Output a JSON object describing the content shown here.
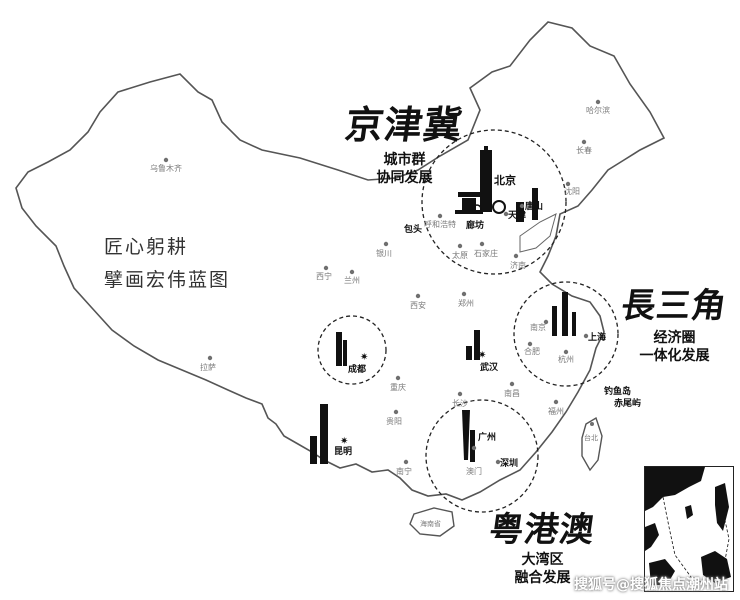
{
  "slogan": {
    "line1": "匠心躬耕",
    "line2": "擘画宏伟蓝图"
  },
  "regions": {
    "jingjinji": {
      "title": "京津冀",
      "sub1": "城市群",
      "sub2": "协同发展"
    },
    "changsanjiao": {
      "title": "長三角",
      "sub1": "经济圈",
      "sub2": "一体化发展"
    },
    "yuegangao": {
      "title": "粤港澳",
      "sub1": "大湾区",
      "sub2": "融合发展"
    }
  },
  "cities": {
    "wulumuqi": "乌鲁木齐",
    "lasa": "拉萨",
    "xining": "西宁",
    "lanzhou": "兰州",
    "yinchuan": "银川",
    "huhehaote": "呼和浩特",
    "baotou": "包头",
    "taiyuan": "太原",
    "shijiazhuang": "石家庄",
    "langfang": "廊坊",
    "beijing": "北京",
    "tianjin": "天津",
    "tangshan": "唐山",
    "shenyang": "沈阳",
    "changchun": "长春",
    "haerbin": "哈尔滨",
    "jinan": "济南",
    "zhengzhou": "郑州",
    "xian": "西安",
    "nanjing": "南京",
    "hefei": "合肥",
    "shanghai": "上海",
    "hangzhou": "杭州",
    "wuhan": "武汉",
    "chengdu": "成都",
    "chongqing": "重庆",
    "changsha": "长沙",
    "nanchang": "南昌",
    "fuzhou": "福州",
    "guiyang": "贵阳",
    "kunming": "昆明",
    "nanning": "南宁",
    "guangzhou": "广州",
    "shenzhen": "深圳",
    "aomen": "澳门",
    "taibei": "台北",
    "haikou": "海南省",
    "diaoyudao": "钓鱼岛",
    "chiweiyu": "赤尾屿"
  },
  "watermark": "搜狐号@搜狐焦点潮州站",
  "icons": {
    "city_dot": "city-dot-icon",
    "capital_star": "star-icon"
  }
}
